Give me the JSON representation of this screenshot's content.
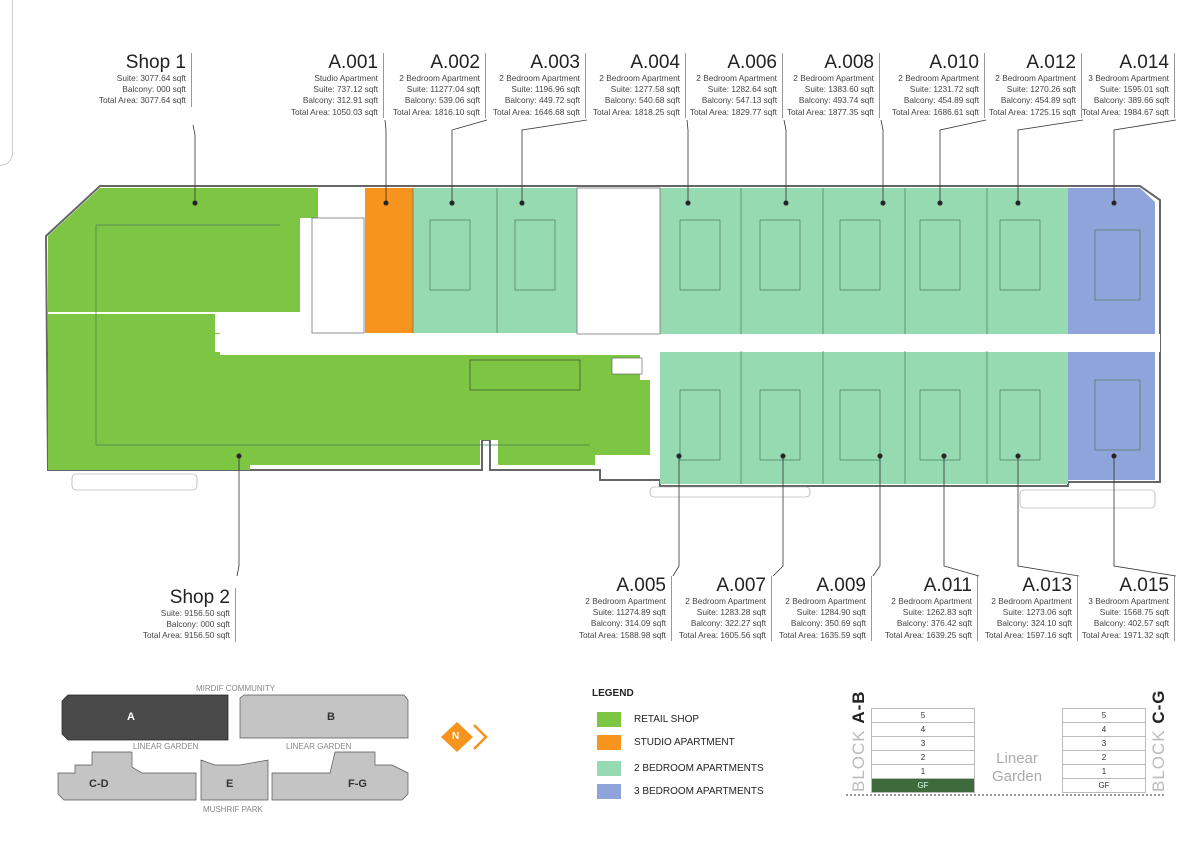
{
  "colors": {
    "retail": "#7cc644",
    "studio": "#f7941d",
    "two_bed": "#96dab2",
    "three_bed": "#8fa4da",
    "block_active": "#4a4a4a",
    "block_other": "#c4c4c4",
    "gf_active": "#3f6b3c"
  },
  "units_top": [
    {
      "id": "Shop 1",
      "lines": [
        "Suite: 3077.64 sqft",
        "Balcony: 000 sqft",
        "Total Area: 3077.64 sqft"
      ]
    },
    {
      "id": "A.001",
      "lines": [
        "Studio Apartment",
        "Suite: 737.12 sqft",
        "Balcony: 312.91 sqft",
        "Total Area: 1050.03 sqft"
      ]
    },
    {
      "id": "A.002",
      "lines": [
        "2 Bedroom Apartment",
        "Suite: 11277.04 sqft",
        "Balcony: 539.06 sqft",
        "Total Area: 1816.10 sqft"
      ]
    },
    {
      "id": "A.003",
      "lines": [
        "2 Bedroom Apartment",
        "Suite: 1196.96 sqft",
        "Balcony: 449.72 sqft",
        "Total Area: 1646.68 sqft"
      ]
    },
    {
      "id": "A.004",
      "lines": [
        "2 Bedroom Apartment",
        "Suite: 1277.58 sqft",
        "Balcony: 540.68 sqft",
        "Total Area: 1818.25 sqft"
      ]
    },
    {
      "id": "A.006",
      "lines": [
        "2 Bedroom Apartment",
        "Suite: 1282.64 sqft",
        "Balcony: 547.13 sqft",
        "Total Area: 1829.77 sqft"
      ]
    },
    {
      "id": "A.008",
      "lines": [
        "2 Bedroom Apartment",
        "Suite: 1383.60 sqft",
        "Balcony: 493.74 sqft",
        "Total Area: 1877.35 sqft"
      ]
    },
    {
      "id": "A.010",
      "lines": [
        "2 Bedroom Apartment",
        "Suite: 1231.72 sqft",
        "Balcony: 454.89 sqft",
        "Total Area: 1686.61 sqft"
      ]
    },
    {
      "id": "A.012",
      "lines": [
        "2 Bedroom Apartment",
        "Suite: 1270.26 sqft",
        "Balcony: 454.89 sqft",
        "Total Area: 1725.15 sqft"
      ]
    },
    {
      "id": "A.014",
      "lines": [
        "3 Bedroom Apartment",
        "Suite: 1595.01 sqft",
        "Balcony: 389.66 sqft",
        "Total Area: 1984.67 sqft"
      ]
    }
  ],
  "units_bottom": [
    {
      "id": "Shop 2",
      "lines": [
        "Suite: 9156.50 sqft",
        "Balcony: 000 sqft",
        "Total Area: 9156.50 sqft"
      ]
    },
    {
      "id": "A.005",
      "lines": [
        "2 Bedroom Apartment",
        "Suite: 11274.89 sqft",
        "Balcony: 314.09 sqft",
        "Total Area: 1588.98 sqft"
      ]
    },
    {
      "id": "A.007",
      "lines": [
        "2 Bedroom Apartment",
        "Suite: 1283.28 sqft",
        "Balcony: 322.27 sqft",
        "Total Area: 1605.56 sqft"
      ]
    },
    {
      "id": "A.009",
      "lines": [
        "2 Bedroom Apartment",
        "Suite: 1284.90 sqft",
        "Balcony: 350.69 sqft",
        "Total Area: 1635.59 sqft"
      ]
    },
    {
      "id": "A.011",
      "lines": [
        "2 Bedroom Apartment",
        "Suite: 1262.83 sqft",
        "Balcony: 376.42 sqft",
        "Total Area: 1639.25 sqft"
      ]
    },
    {
      "id": "A.013",
      "lines": [
        "2 Bedroom Apartment",
        "Suite: 1273.06 sqft",
        "Balcony: 324.10 sqft",
        "Total Area: 1597.16 sqft"
      ]
    },
    {
      "id": "A.015",
      "lines": [
        "3 Bedroom Apartment",
        "Suite: 1568.75 sqft",
        "Balcony: 402.57 sqft",
        "Total Area: 1971.32 sqft"
      ]
    }
  ],
  "keymap": {
    "top_label": "MIRDIF COMMUNITY",
    "bottom_label": "MUSHRIF PARK",
    "garden_left": "LINEAR GARDEN",
    "garden_right": "LINEAR GARDEN",
    "blocks": [
      "A",
      "B",
      "C-D",
      "E",
      "F-G"
    ],
    "active_block": "A",
    "north": "N"
  },
  "legend": {
    "title": "LEGEND",
    "items": [
      {
        "label": "RETAIL SHOP",
        "color": "#7cc644"
      },
      {
        "label": "STUDIO APARTMENT",
        "color": "#f7941d"
      },
      {
        "label": "2 BEDROOM APARTMENTS",
        "color": "#96dab2"
      },
      {
        "label": "3 BEDROOM APARTMENTS",
        "color": "#8fa4da"
      }
    ]
  },
  "levels": {
    "floors": [
      "5",
      "4",
      "3",
      "2",
      "1",
      "GF"
    ],
    "current": "GF",
    "left_block_prefix": "BLOCK ",
    "left_block": "A-B",
    "right_block_prefix": "BLOCK ",
    "right_block": "C-G",
    "garden": [
      "Linear",
      "Garden"
    ]
  }
}
